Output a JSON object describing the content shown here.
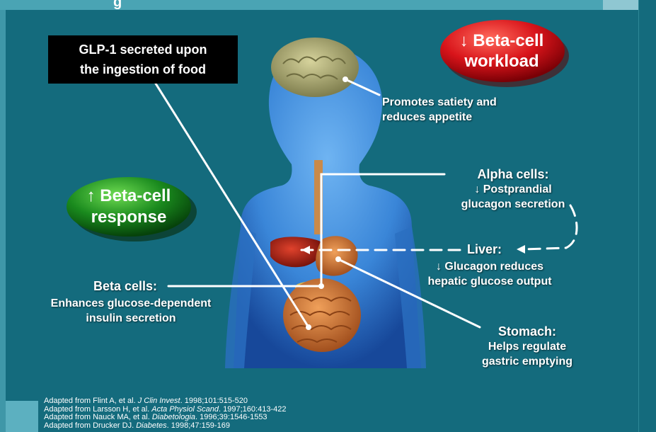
{
  "slide": {
    "title_fragment": "g",
    "glp1_box": {
      "line1": "GLP-1 secreted upon",
      "line2": "the ingestion of food"
    },
    "beta_cell_workload": {
      "line1": "↓ Beta-cell",
      "line2": "workload"
    },
    "beta_cell_response": {
      "line1": "↑ Beta-cell",
      "line2": "response"
    },
    "brain_label": {
      "line1": "Promotes satiety and",
      "line2": "reduces appetite"
    },
    "alpha_cells": {
      "heading": "Alpha cells:",
      "line1": "↓ Postprandial",
      "line2": "glucagon secretion"
    },
    "liver": {
      "heading": "Liver:",
      "line1": "↓ Glucagon reduces",
      "line2": "hepatic glucose output"
    },
    "beta_cells": {
      "heading": "Beta cells:",
      "line1": "Enhances glucose-dependent",
      "line2": "insulin secretion"
    },
    "stomach": {
      "heading": "Stomach:",
      "line1": "Helps regulate",
      "line2": "gastric emptying"
    },
    "references": [
      {
        "prefix": "Adapted from Flint A, et al. ",
        "journal": "J Clin Invest",
        "suffix": ". 1998;101:515-520"
      },
      {
        "prefix": "Adapted from Larsson H, et al. ",
        "journal": "Acta Physiol Scand",
        "suffix": ". 1997;160:413-422"
      },
      {
        "prefix": "Adapted from Nauck MA, et al. ",
        "journal": "Diabetologia",
        "suffix": ". 1996;39:1546-1553"
      },
      {
        "prefix": "Adapted from Drucker DJ. ",
        "journal": "Diabetes",
        "suffix": ". 1998;47:159-169"
      }
    ],
    "colors": {
      "background": "#146b7d",
      "red_pill": "#d8141a",
      "green_pill": "#1a8a1e",
      "body": "#3a86d8"
    }
  }
}
